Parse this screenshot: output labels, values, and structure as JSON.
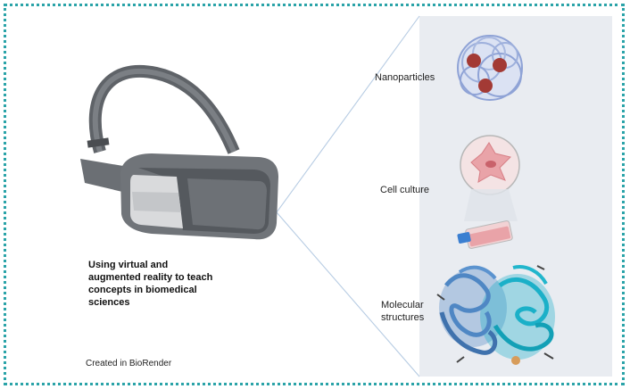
{
  "caption": "Using virtual and\naugmented reality to teach\nconcepts in biomedical\nsciences",
  "credit": "Created in BioRender",
  "items": [
    {
      "label": "Nanoparticles",
      "icon": "nanoparticle-icon"
    },
    {
      "label": "Cell culture",
      "icon": "cell-culture-icon"
    },
    {
      "label": "Molecular\nstructures",
      "icon": "molecular-structure-icon"
    }
  ],
  "colors": {
    "border": "#2aa3a8",
    "panel": "#e9ecf1",
    "headset": "#5f6368",
    "nanoparticle_shell": "#8fa3d6",
    "nanoparticle_core": "#a33a35",
    "cell": "#e9a3a8",
    "protein_blue": "#4f87c4",
    "protein_cyan": "#1bb0c8"
  }
}
